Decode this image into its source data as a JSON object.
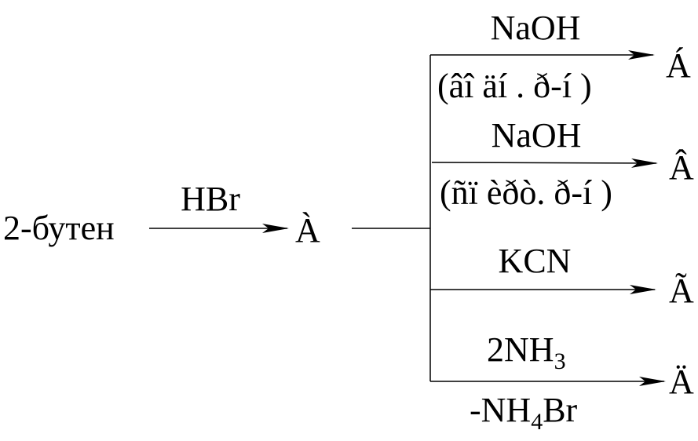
{
  "reactant": "2-бутен",
  "step1": {
    "reagent": "HBr",
    "product": "À"
  },
  "branches": [
    {
      "reagent": "NaOH",
      "condition": "(âî äí . ð-í )",
      "product": "Á"
    },
    {
      "reagent": "NaOH",
      "condition": "(ñï èðò. ð-í )",
      "product": "Â"
    },
    {
      "reagent": "KCN",
      "product": "Ã"
    },
    {
      "reagent_main": "2NH",
      "reagent_sub": "3",
      "byproduct_pre": "-NH",
      "byproduct_sub": "4",
      "byproduct_post": "Br",
      "product": "Ä"
    }
  ]
}
